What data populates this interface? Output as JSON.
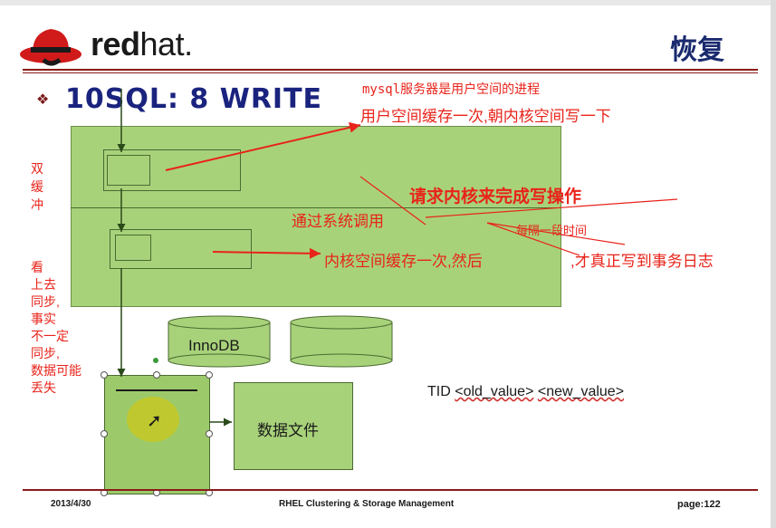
{
  "logo": {
    "brand_bold": "red",
    "brand_light": "hat."
  },
  "title": "恢复",
  "heading": "10SQL: 8 WRITE",
  "annotations": {
    "mysql_process": "mysql服务器是用户空间的进程",
    "user_cache": "用户空间缓存一次,朝内核空间写一下",
    "request_kernel": "请求内核来完成写操作",
    "syscall": "通过系统调用",
    "interval": "每隔一段时间",
    "kernel_cache": "内核空间缓存一次,然后",
    "commit_log": ",才真正写到事务日志",
    "double_buffer": [
      "双",
      "缓",
      "冲"
    ],
    "looks_sync": [
      "看",
      "上去",
      "同步,",
      "事实",
      "不一定",
      "同步,",
      "数据可能",
      "丢失"
    ]
  },
  "diagram": {
    "innodb_label": "InnoDB",
    "data_file_label": "数据文件",
    "tid_prefix": "TID ",
    "tid_old": "<old_value>",
    "tid_new": "<new_value>"
  },
  "colors": {
    "accent_red": "#e8231a",
    "box_green": "#a8d27a",
    "title_blue": "#1a237e",
    "rule": "#8b1a1a"
  },
  "footer": {
    "date": "2013/4/30",
    "course": "RHEL Clustering & Storage Management",
    "page": "page:122"
  }
}
